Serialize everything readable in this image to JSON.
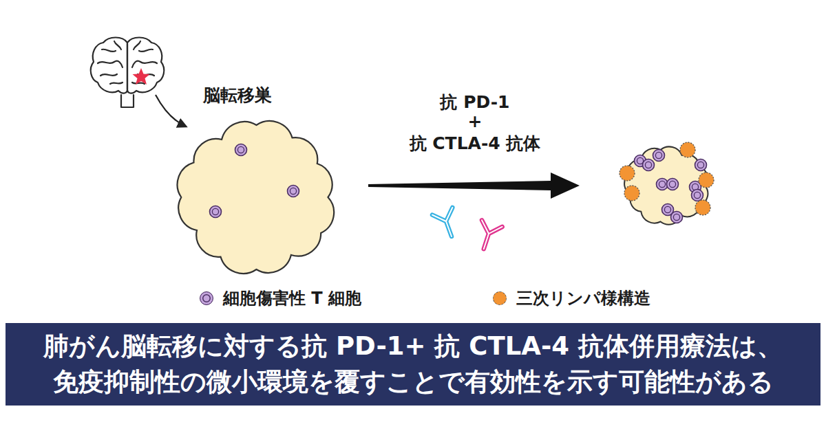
{
  "diagram": {
    "caption": "肺がん脳転移に対する抗 PD-1+ 抗 CTLA-4 抗体併用療法は、 免疫抑制性の微小環境を覆すことで有効性を示す可能性がある",
    "nodes": [
      {
        "text": [
          "脳転移巣"
        ]
      }
    ],
    "labels": [
      "抗 PD-1",
      "+",
      "抗 CTLA-4 抗体"
    ],
    "legend": [
      {
        "text": "細胞傷害性 T 細胞",
        "color": "#c4a5dc"
      },
      {
        "text": "三次リンパ様構造",
        "color": "#f39433"
      }
    ]
  }
}
